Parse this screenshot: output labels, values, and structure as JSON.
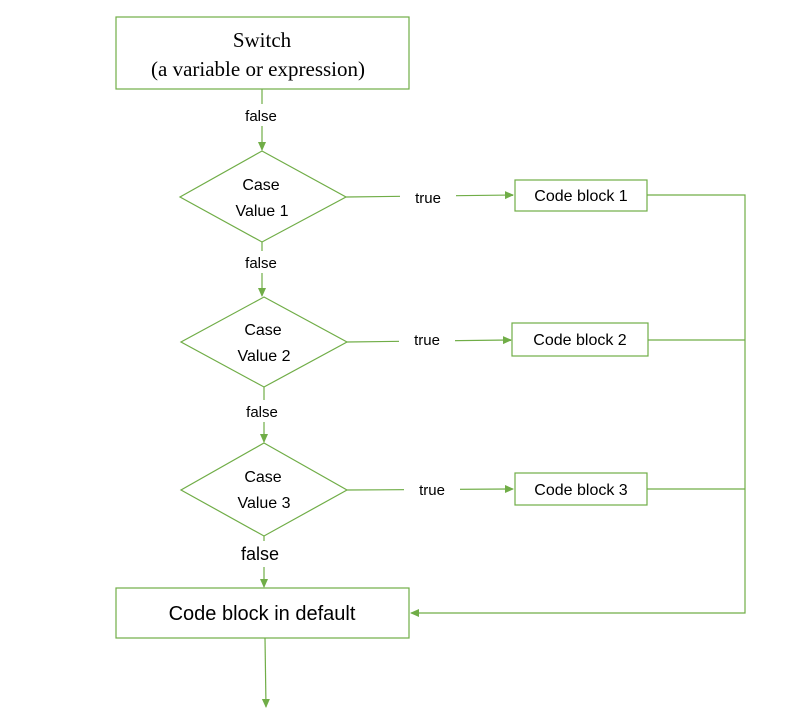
{
  "colors": {
    "stroke": "#70AD47",
    "text": "#000000",
    "background": "#FFFFFF"
  },
  "switch_node": {
    "line1": "Switch",
    "line2": "(a variable or expression)"
  },
  "cases": [
    {
      "line1": "Case",
      "line2": "Value 1",
      "block": "Code block 1"
    },
    {
      "line1": "Case",
      "line2": "Value 2",
      "block": "Code block 2"
    },
    {
      "line1": "Case",
      "line2": "Value 3",
      "block": "Code block 3"
    }
  ],
  "default_block": "Code block in default",
  "edge_labels": {
    "false_1": "false",
    "false_2": "false",
    "false_3": "false",
    "false_4": "false",
    "true_1": "true",
    "true_2": "true",
    "true_3": "true"
  }
}
